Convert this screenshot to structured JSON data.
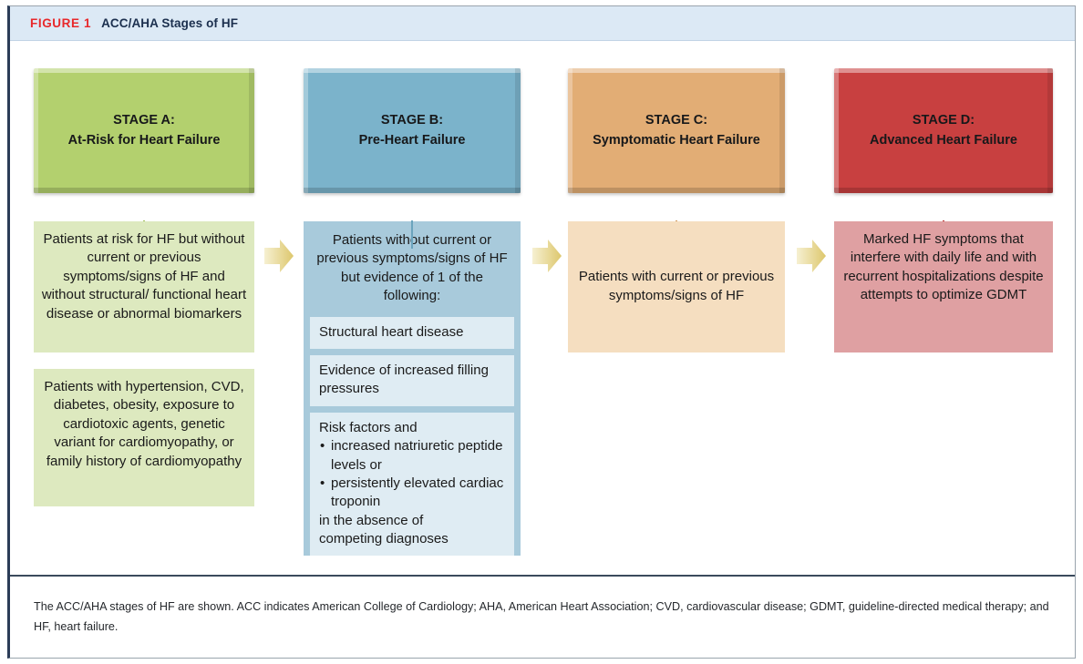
{
  "figure": {
    "number": "FIGURE 1",
    "title": "ACC/AHA Stages of HF"
  },
  "colors": {
    "accent_red": "#e8282b",
    "title_navy": "#1b2f4e",
    "header_band": "#dce9f5",
    "stage_a": "#b3d06e",
    "stage_a_light": "#dde9bf",
    "stage_b": "#7bb3cb",
    "stage_b_container": "#a8cadb",
    "stage_b_sub": "#dfecf3",
    "stage_c": "#e2ad75",
    "stage_c_light": "#f5dec0",
    "stage_d": "#c84040",
    "stage_d_light": "#dfa0a2",
    "arrow": "#e3d083"
  },
  "stages": [
    {
      "id": "a",
      "heading_line1": "STAGE A:",
      "heading_line2": "At-Risk for Heart Failure",
      "panels": [
        "Patients at risk for HF but without current or previous symptoms/signs of HF and without structural/ functional heart disease or abnormal biomarkers",
        "Patients with hypertension, CVD, diabetes, obesity, exposure to cardiotoxic agents, genetic variant for cardiomyopathy, or family history of cardiomyopathy"
      ]
    },
    {
      "id": "b",
      "heading_line1": "STAGE B:",
      "heading_line2": "Pre-Heart Failure",
      "lead": "Patients without current or previous symptoms/signs of HF but evidence of 1 of the following:",
      "sub_items": [
        "Structural heart disease",
        "Evidence of increased filling pressures"
      ],
      "risk_factors": {
        "intro": "Risk factors and",
        "bullets": [
          "increased natriuretic peptide levels or",
          "persistently elevated cardiac troponin"
        ],
        "outro_line1": "in the absence of",
        "outro_line2": "competing diagnoses"
      }
    },
    {
      "id": "c",
      "heading_line1": "STAGE C:",
      "heading_line2": "Symptomatic Heart Failure",
      "panels": [
        "Patients with current or previous symptoms/signs of HF"
      ]
    },
    {
      "id": "d",
      "heading_line1": "STAGE D:",
      "heading_line2": "Advanced Heart Failure",
      "panels": [
        "Marked HF symptoms that interfere with daily life and with recurrent hospitalizations despite attempts to optimize GDMT"
      ]
    }
  ],
  "footnote": "The ACC/AHA stages of HF are shown. ACC indicates American College of Cardiology; AHA, American Heart Association; CVD, cardiovascular disease; GDMT, guideline-directed medical therapy; and HF, heart failure."
}
